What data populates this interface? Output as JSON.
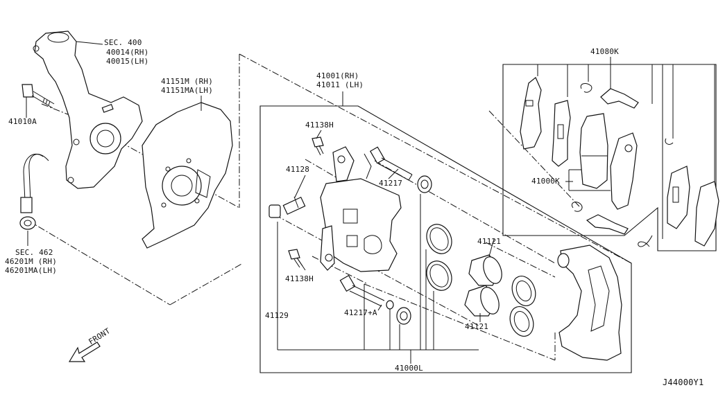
{
  "diagram": {
    "labels": {
      "sec400": "SEC. 400",
      "p40014": "40014(RH)",
      "p40015": "40015(LH)",
      "p41010a": "41010A",
      "p41151m": "41151M (RH)",
      "p41151ma": "41151MA(LH)",
      "sec462": "SEC. 462",
      "p46201m": "46201M (RH)",
      "p46201ma": "46201MA(LH)",
      "p41001": "41001(RH)",
      "p41011": "41011 (LH)",
      "p41138h_top": "41138H",
      "p41128": "41128",
      "p41217": "41217",
      "p41138h_bot": "41138H",
      "p41129": "41129",
      "p41217a": "41217+A",
      "p41121_top": "41121",
      "p41121_bot": "41121",
      "p41000l": "41000L",
      "p41080k": "41080K",
      "p41000k": "41000K",
      "front": "FRONT",
      "code": "J44000Y1"
    }
  }
}
